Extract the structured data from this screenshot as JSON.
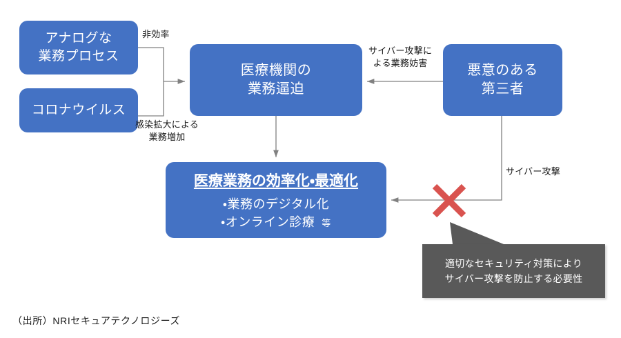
{
  "diagram": {
    "colors": {
      "node_blue": "#4472C4",
      "callout_gray": "#595959",
      "cross_red": "#D9534F",
      "connector_gray": "#808080",
      "background": "#FFFFFF",
      "node_text": "#FFFFFF"
    },
    "nodes": [
      {
        "id": "analog-process",
        "lines": [
          "アナログな",
          "業務プロセス"
        ]
      },
      {
        "id": "coronavirus",
        "lines": [
          "コロナウイルス"
        ]
      },
      {
        "id": "medical-pressure",
        "lines": [
          "医療機関の",
          "業務逼迫"
        ]
      },
      {
        "id": "malicious-third-party",
        "lines": [
          "悪意のある",
          "第三者"
        ]
      },
      {
        "id": "goal",
        "title": "医療業務の効率化・最適化",
        "bullets": [
          "・業務のデジタル化",
          "・オンライン診療"
        ],
        "etc": "等"
      }
    ],
    "edge_labels": {
      "inefficiency": "非効率",
      "infection_line1": "感染拡大による",
      "infection_line2": "業務増加",
      "disruption_line1": "サイバー攻撃に",
      "disruption_line2": "よる業務妨害",
      "cyber_attack": "サイバー攻撃"
    },
    "cross_mark": {
      "symbol": "×",
      "meaning": "blocked"
    },
    "callout": {
      "line1": "適切なセキュリティ対策により",
      "line2": "サイバー攻撃を防止する必要性"
    },
    "source_note": "（出所）NRIセキュアテクノロジーズ"
  }
}
